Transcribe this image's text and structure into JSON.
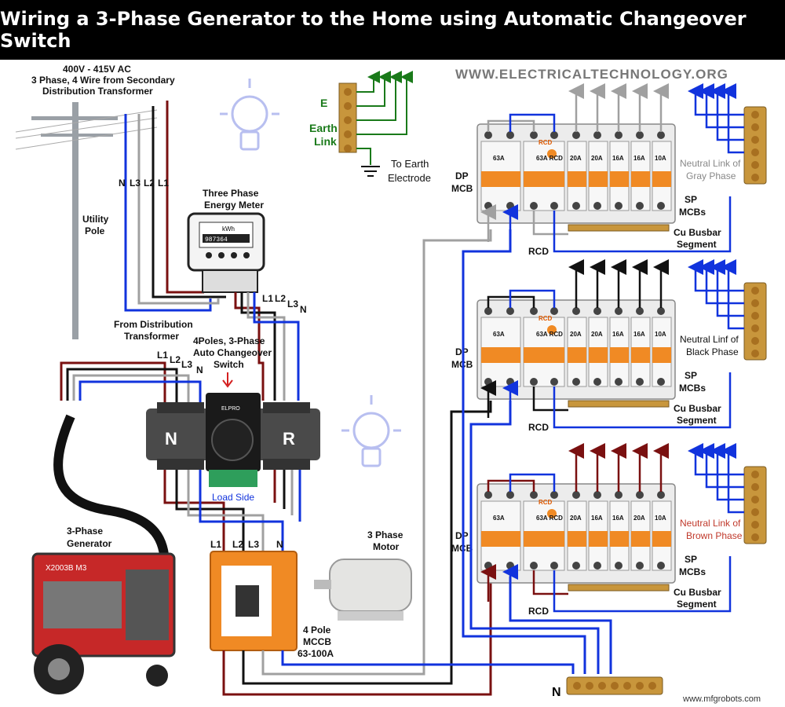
{
  "header": {
    "title": "Wiring a 3-Phase Generator to the Home using Automatic Changeover Switch"
  },
  "website": "WWW.ELECTRICALTECHNOLOGY.ORG",
  "watermark": "www.mfgrobots.com",
  "supply": {
    "line1": "400V - 415V AC",
    "line2": "3 Phase, 4 Wire from Secondary",
    "line3": "Distribution Transformer",
    "from_line1": "From Distribution",
    "from_line2": "Transformer"
  },
  "pole": {
    "line1": "Utility",
    "line2": "Pole"
  },
  "pole_wires": {
    "n": "N",
    "l3": "L3",
    "l2": "L2",
    "l1": "L1"
  },
  "meter": {
    "line1": "Three Phase",
    "line2": "Energy Meter",
    "unit": "kWh",
    "reading": "987364"
  },
  "earth": {
    "e": "E",
    "line1": "Earth",
    "line2": "Link",
    "to1": "To Earth",
    "to2": "Electrode"
  },
  "ats": {
    "line1": "4Poles, 3-Phase",
    "line2": "Auto Changeover",
    "line3": "Switch",
    "left": "N",
    "right": "R",
    "brand": "ELPRO",
    "load_side": "Load Side",
    "in_labels": {
      "l1": "L1",
      "l2": "L2",
      "l3": "L3",
      "n": "N"
    },
    "out_labels": {
      "l1": "L1",
      "l2": "L2",
      "l3": "L3",
      "n": "N"
    }
  },
  "generator": {
    "line1": "3-Phase",
    "line2": "Generator",
    "model": "X2003B M3"
  },
  "mccb": {
    "l1": "L1",
    "l2": "L2",
    "l3": "L3",
    "n": "N",
    "line1": "4 Pole",
    "line2": "MCCB",
    "line3": "63-100A"
  },
  "motor": {
    "line1": "3 Phase",
    "line2": "Motor"
  },
  "neutral_bar": "N",
  "boards": [
    {
      "dp1": "DP",
      "dp2": "MCB",
      "ratings": [
        "63A",
        "63A RCD",
        "20A",
        "20A",
        "16A",
        "16A",
        "10A"
      ],
      "rcd_tag": "RCD",
      "rcd": "RCD",
      "sp1": "SP",
      "sp2": "MCBs",
      "cu1": "Cu Busbar",
      "cu2": "Segment",
      "neutral1": "Neutral Link of",
      "neutral2": "Gray Phase",
      "phase_color": "#a0a0a0",
      "neutral_color": "#888888"
    },
    {
      "dp1": "DP",
      "dp2": "MCB",
      "ratings": [
        "63A",
        "63A RCD",
        "20A",
        "20A",
        "16A",
        "16A",
        "10A"
      ],
      "rcd_tag": "RCD",
      "rcd": "RCD",
      "sp1": "SP",
      "sp2": "MCBs",
      "cu1": "Cu Busbar",
      "cu2": "Segment",
      "neutral1": "Neutral Linf of",
      "neutral2": "Black Phase",
      "phase_color": "#111111",
      "neutral_color": "#111111"
    },
    {
      "dp1": "DP",
      "dp2": "MCB",
      "ratings": [
        "63A",
        "63A RCD",
        "20A",
        "16A",
        "16A",
        "20A",
        "10A"
      ],
      "rcd_tag": "RCD",
      "rcd": "RCD",
      "sp1": "SP",
      "sp2": "MCBs",
      "cu1": "Cu Busbar",
      "cu2": "Segment",
      "neutral1": "Neutral Link of",
      "neutral2": "Brown Phase",
      "phase_color": "#7a1010",
      "neutral_color": "#c0392b"
    }
  ],
  "colors": {
    "blue": "#1133dd",
    "gray": "#a0a0a0",
    "black": "#111111",
    "brown": "#7a1010",
    "orange": "#f08a24",
    "green": "#1a7a1a",
    "red": "#d42020",
    "brass": "#c8963c"
  }
}
